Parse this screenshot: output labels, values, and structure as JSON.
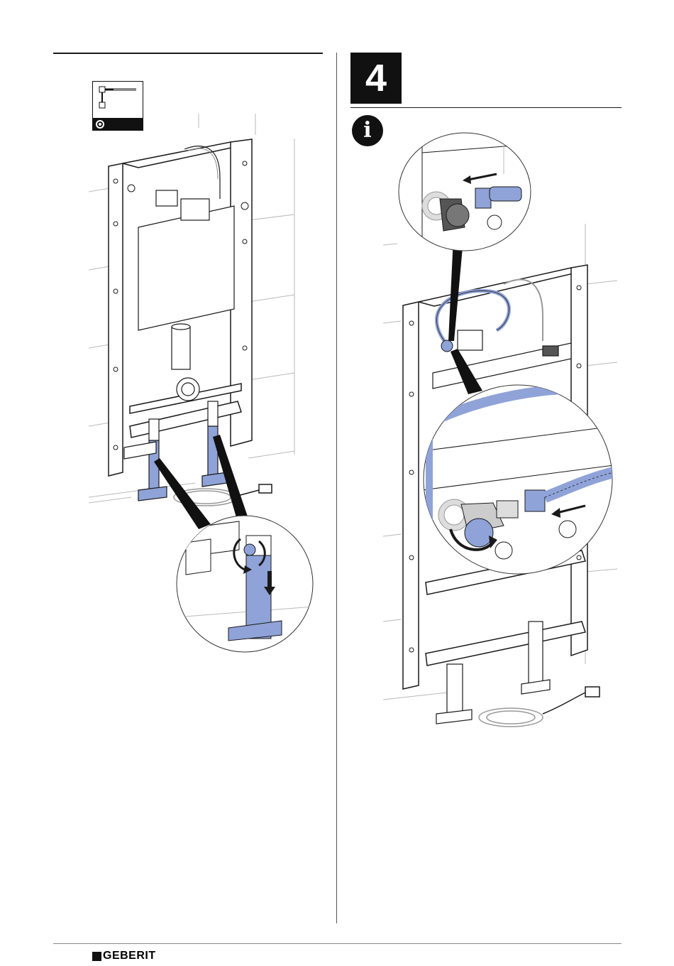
{
  "step": {
    "number": "4"
  },
  "info": {
    "glyph": "i",
    "icon": "info-icon"
  },
  "tool_icon": {
    "icon": "tool-box-wrench-icon"
  },
  "footer": {
    "brand": "GEBERIT"
  },
  "colors": {
    "accent": "#8fa3d8",
    "line": "#1a1a1a"
  }
}
